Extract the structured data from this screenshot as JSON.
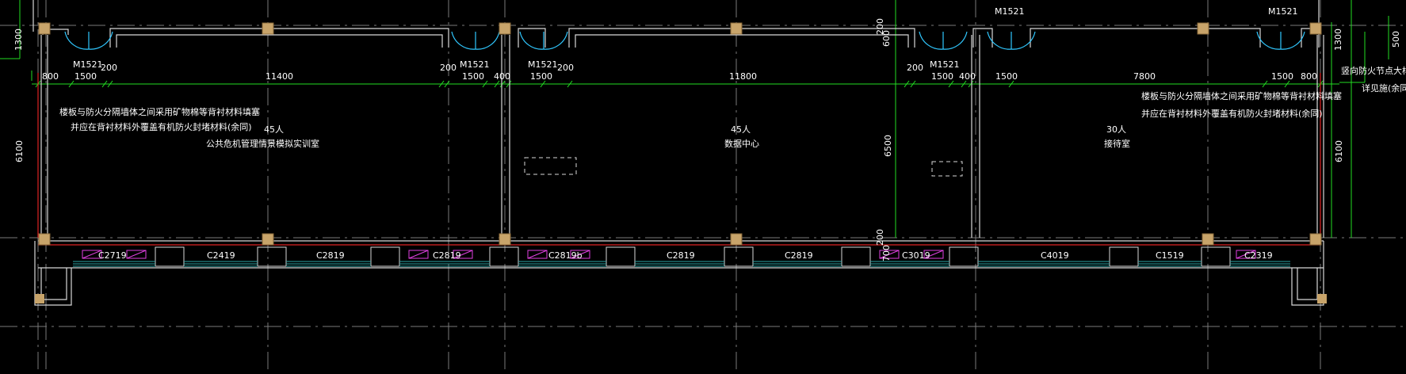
{
  "colors": {
    "background": "#000000",
    "wall": "#d8d8d8",
    "axis": "#7a7a7a",
    "dimension": "#22dd22",
    "red_line": "#dd2222",
    "column": "#c8a46a",
    "window_sill": "#2aa6a6",
    "window_hatch": "#e040e0",
    "door_swing": "#30c8ff",
    "text": "#ffffff"
  },
  "dimensions_top": [
    "800",
    "1500",
    "200",
    "11400",
    "200",
    "1500",
    "400",
    "1500",
    "200",
    "11800",
    "200",
    "1500",
    "400",
    "1500",
    "7800",
    "1500",
    "800"
  ],
  "dimensions_vertical": {
    "left_outer": "1300",
    "left_main": "6100",
    "middle_a": "200",
    "middle_b": "600",
    "middle_main": "6500",
    "middle_bottom": "200",
    "middle_bottom_b": "700",
    "right_main": "6100",
    "right_outer": "1300",
    "right_edge": "500"
  },
  "doors": [
    {
      "id": "door-1",
      "label": "M1521"
    },
    {
      "id": "door-2",
      "label": "M1521"
    },
    {
      "id": "door-3",
      "label": "M1521"
    },
    {
      "id": "door-4",
      "label": "M1521"
    },
    {
      "id": "door-5",
      "label": "M1521"
    },
    {
      "id": "door-6",
      "label": "M1521"
    }
  ],
  "rooms": [
    {
      "capacity": "45人",
      "name": "公共危机管理情景模拟实训室"
    },
    {
      "capacity": "45人",
      "name": "数据中心"
    },
    {
      "capacity": "30人",
      "name": "接待室"
    }
  ],
  "notes": {
    "left_line1": "楼板与防火分隔墙体之间采用矿物棉等背衬材料填塞",
    "left_line2": "并应在背衬材料外覆盖有机防火封堵材料(余同)",
    "right_line1": "楼板与防火分隔墙体之间采用矿物棉等背衬材料填塞",
    "right_line2": "并应在背衬材料外覆盖有机防火封堵材料(余同)",
    "edge_line1": "竖向防火节点大样",
    "edge_line2": "详见施(余同)"
  },
  "windows": [
    "C2719",
    "C2419",
    "C2819",
    "C2819",
    "C2819b",
    "C2819",
    "C2819",
    "C3019",
    "C4019",
    "C1519",
    "C2319"
  ]
}
